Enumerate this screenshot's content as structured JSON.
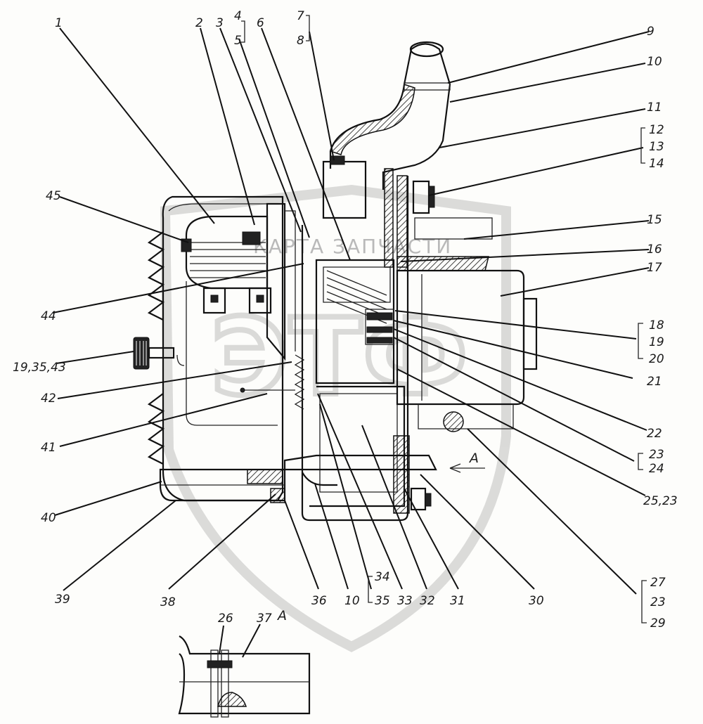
{
  "watermark": {
    "text": "КАРТА ЗАПЧАСТИ",
    "logo": "ЭТФ"
  },
  "view_label": "A",
  "section_label": "A",
  "labels": {
    "l1": "1",
    "l2": "2",
    "l3": "3",
    "l4": "4",
    "l5": "5",
    "l6": "6",
    "l7": "7",
    "l8": "8",
    "l9": "9",
    "l10": "10",
    "l11": "11",
    "l12": "12",
    "l13": "13",
    "l14": "14",
    "l15": "15",
    "l16": "16",
    "l17": "17",
    "l18": "18",
    "l19": "19",
    "l20": "20",
    "l21": "21",
    "l22": "22",
    "l23": "23",
    "l24": "24",
    "l25_23": "25,23",
    "l27": "27",
    "l23b": "23",
    "l29": "29",
    "l30": "30",
    "l31": "31",
    "l32": "32",
    "l33": "33",
    "l34": "34",
    "l35": "35",
    "l10b": "10",
    "l36": "36",
    "l38": "38",
    "l39": "39",
    "l40": "40",
    "l41": "41",
    "l42": "42",
    "l19_35_43": "19,35,43",
    "l44": "44",
    "l45": "45",
    "l26": "26",
    "l37": "37"
  }
}
